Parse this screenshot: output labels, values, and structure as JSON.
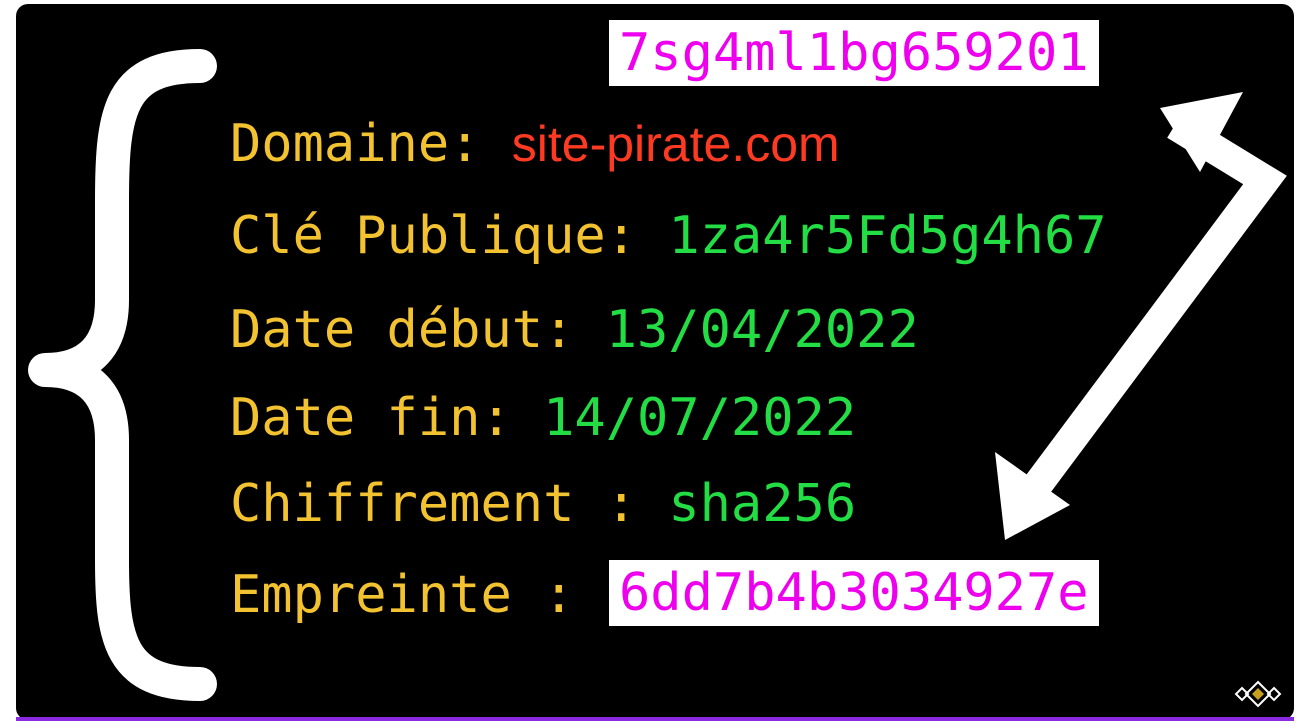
{
  "signature_hash": "7sg4ml1bg659201",
  "certificate": {
    "domain": {
      "label": "Domaine:",
      "value": "site-pirate.com"
    },
    "public_key": {
      "label": "Clé Publique:",
      "value": "1za4r5Fd5g4h67"
    },
    "start_date": {
      "label": "Date début:",
      "value": "13/04/2022"
    },
    "end_date": {
      "label": "Date fin:",
      "value": "14/07/2022"
    },
    "encryption": {
      "label": "Chiffrement :",
      "value": "sha256"
    },
    "fingerprint": {
      "label": "Empreinte :",
      "value": "6dd7b4b3034927e"
    }
  },
  "colors": {
    "background": "#000000",
    "label": "#f2c230",
    "value": "#22dd44",
    "domain": "#ff3a22",
    "hash": "#ee00ee",
    "accent": "#8a2be2"
  },
  "icons": [
    "curly-brace-icon",
    "double-arrow-icon",
    "logo-icon"
  ]
}
